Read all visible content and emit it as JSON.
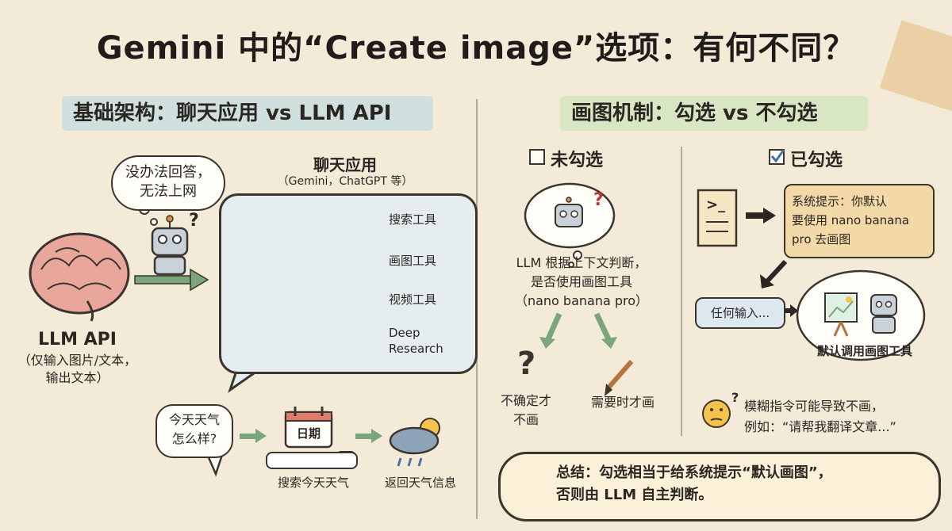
{
  "title": "Gemini 中的“Create image”选项：有何不同？",
  "left": {
    "header": "基础架构：聊天应用 vs LLM API",
    "bubble_text": "没办法回答，\n无法上网",
    "question_mark": "?",
    "llm_api": {
      "title": "LLM API",
      "subtitle": "（仅输入图片/文本，\n输出文本）"
    },
    "chat_app": {
      "title": "聊天应用",
      "subtitle": "（Gemini，ChatGPT 等）",
      "tools": [
        "搜索工具",
        "画图工具",
        "视频工具",
        "Deep\nResearch"
      ]
    },
    "weather": {
      "question": "今天天气\n怎么样?",
      "calendar_label": "日期",
      "search_label": "搜索今天天气",
      "result_label": "返回天气信息"
    }
  },
  "right": {
    "header": "画图机制：勾选 vs 不勾选",
    "unchecked": {
      "title": "未勾选",
      "description": "LLM 根据上下文判断，\n是否使用画图工具\n（nano banana pro）",
      "outcome_left": "不确定才\n不画",
      "outcome_right": "需要时才画",
      "question_mark": "?"
    },
    "checked": {
      "title": "已勾选",
      "system_prompt": "系统提示：你默认\n要使用 nano banana\npro 去画图",
      "terminal_symbol": ">_",
      "any_input": "任何输入...",
      "default_tool": "默认调用画图工具",
      "warning": "模糊指令可能导致不画，\n例如：“请帮我翻译文章...”",
      "warning_q": "?"
    },
    "summary": "总结：勾选相当于给系统提示“默认画图”，\n否则由 LLM 自主判断。"
  },
  "colors": {
    "background": "#f4ead8",
    "header_blue": "#cfe0df",
    "header_green": "#d8e6c3",
    "brain": "#e9a79c",
    "arrow_green": "#7aa67a",
    "box_orange": "#f3d9a7",
    "panel_blue": "#e6edf0"
  }
}
